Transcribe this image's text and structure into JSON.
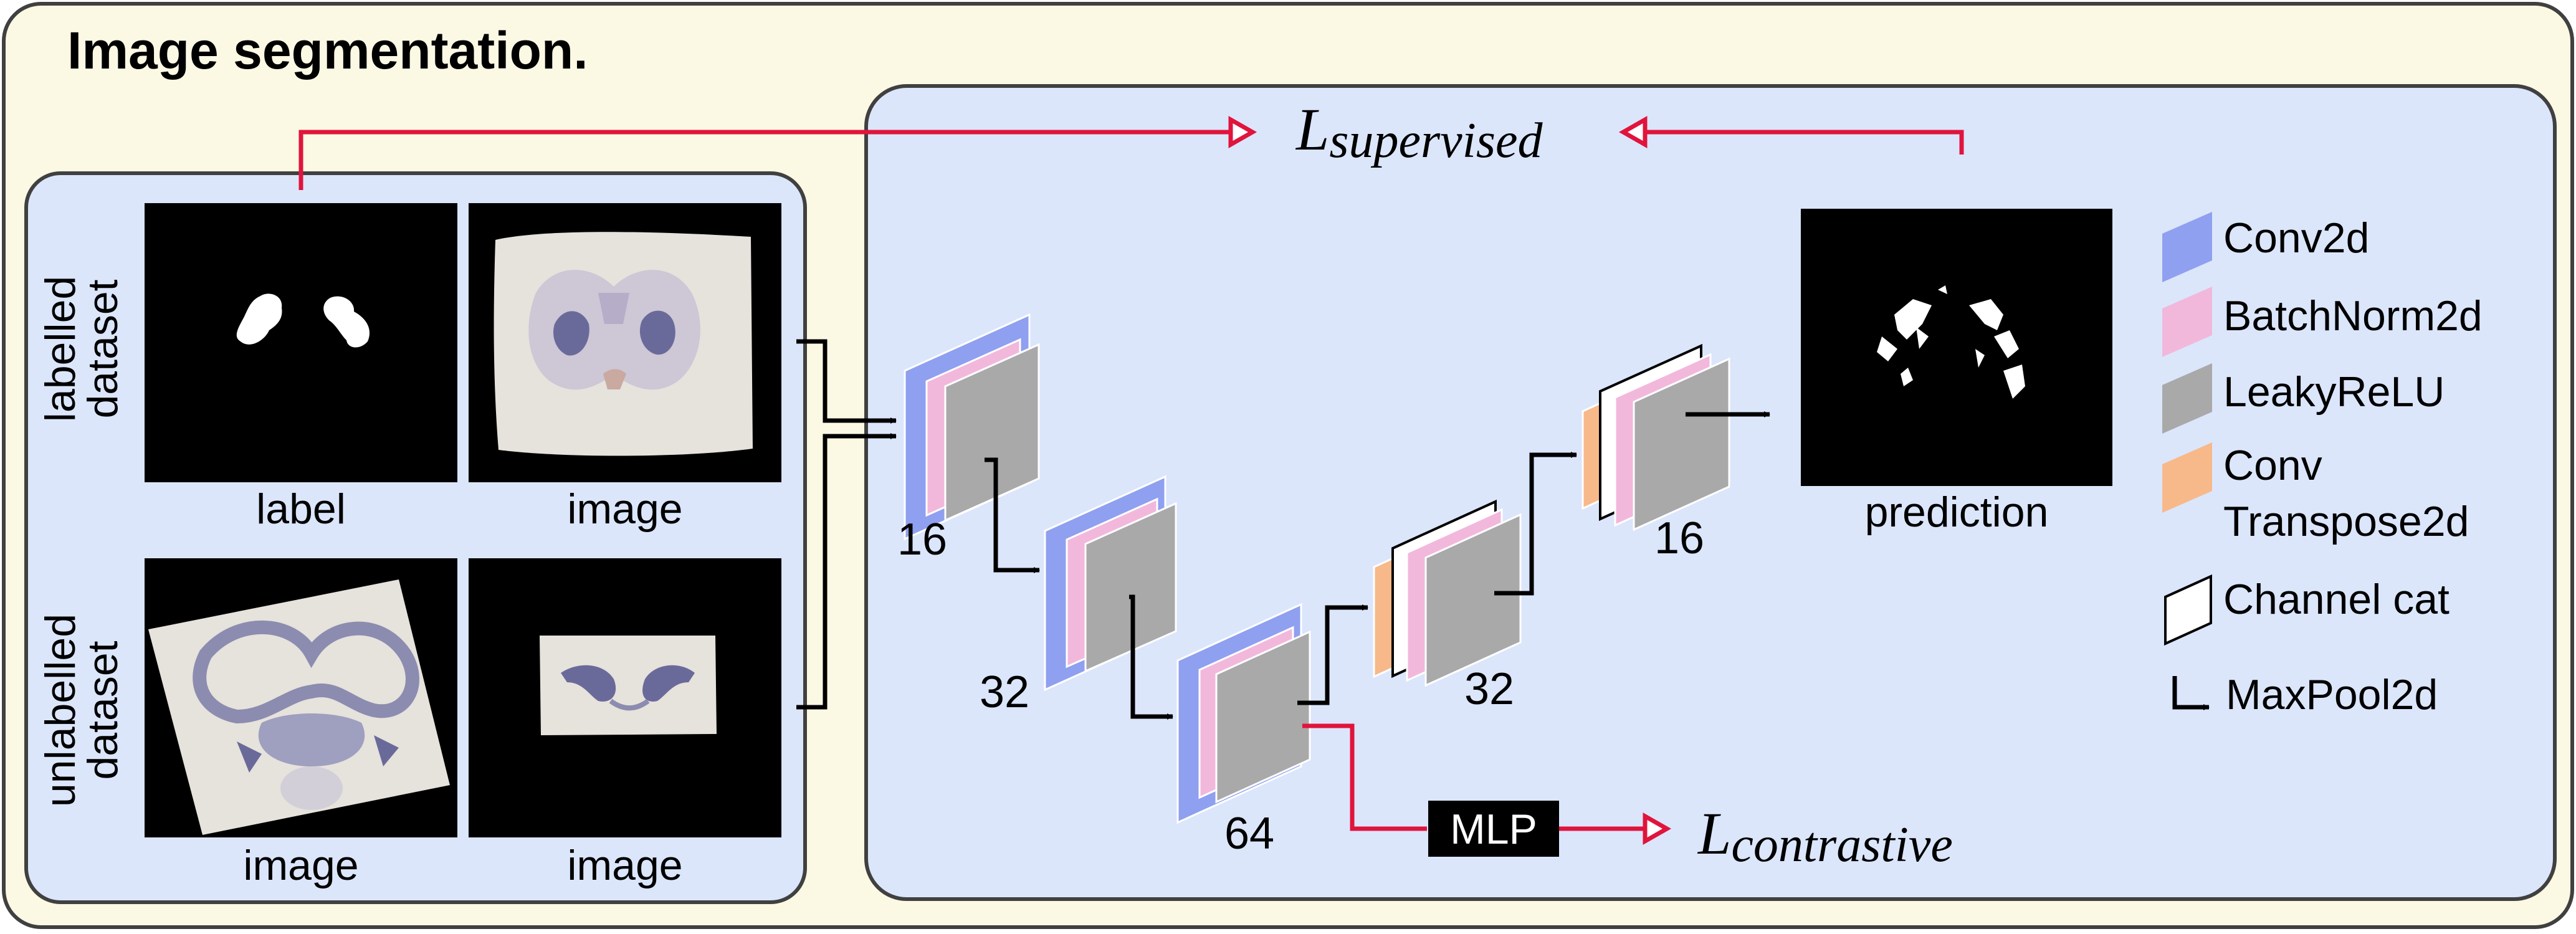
{
  "title": "Image segmentation.",
  "datasets": {
    "labelled": {
      "axis_line1": "labelled",
      "axis_line2": "dataset",
      "captions": [
        "label",
        "image"
      ]
    },
    "unlabelled": {
      "axis_line1": "unlabelled",
      "axis_line2": "dataset",
      "captions": [
        "image",
        "image"
      ]
    }
  },
  "losses": {
    "supervised": {
      "L": "L",
      "sub": "supervised"
    },
    "contrastive": {
      "L": "L",
      "sub": "contrastive"
    }
  },
  "mlp_label": "MLP",
  "channel_labels": {
    "enc1": "16",
    "enc2": "32",
    "enc3": "64",
    "dec1": "32",
    "dec2": "16"
  },
  "prediction_caption": "prediction",
  "legend": [
    {
      "key": "conv2d",
      "lines": [
        "Conv2d"
      ],
      "color": "#8fa0f0"
    },
    {
      "key": "batchnorm2d",
      "lines": [
        "BatchNorm2d"
      ],
      "color": "#f2b8dc"
    },
    {
      "key": "leakyrelu",
      "lines": [
        "LeakyReLU"
      ],
      "color": "#a9a9a9"
    },
    {
      "key": "convtranspose2d",
      "lines": [
        "Conv",
        "Transpose2d"
      ],
      "color": "#f7b98a"
    },
    {
      "key": "channel-cat",
      "lines": [
        "Channel cat"
      ],
      "color": "#ffffff"
    },
    {
      "key": "maxpool2d",
      "lines": [
        "MaxPool2d"
      ],
      "color": "#000000"
    }
  ],
  "colors": {
    "outer_bg": "#fbf8e4",
    "panel_bg": "#dbe6fb",
    "loss_arrow": "#e0143c",
    "tissue": "#e6e2dc",
    "stain": "#6a6a9a"
  }
}
